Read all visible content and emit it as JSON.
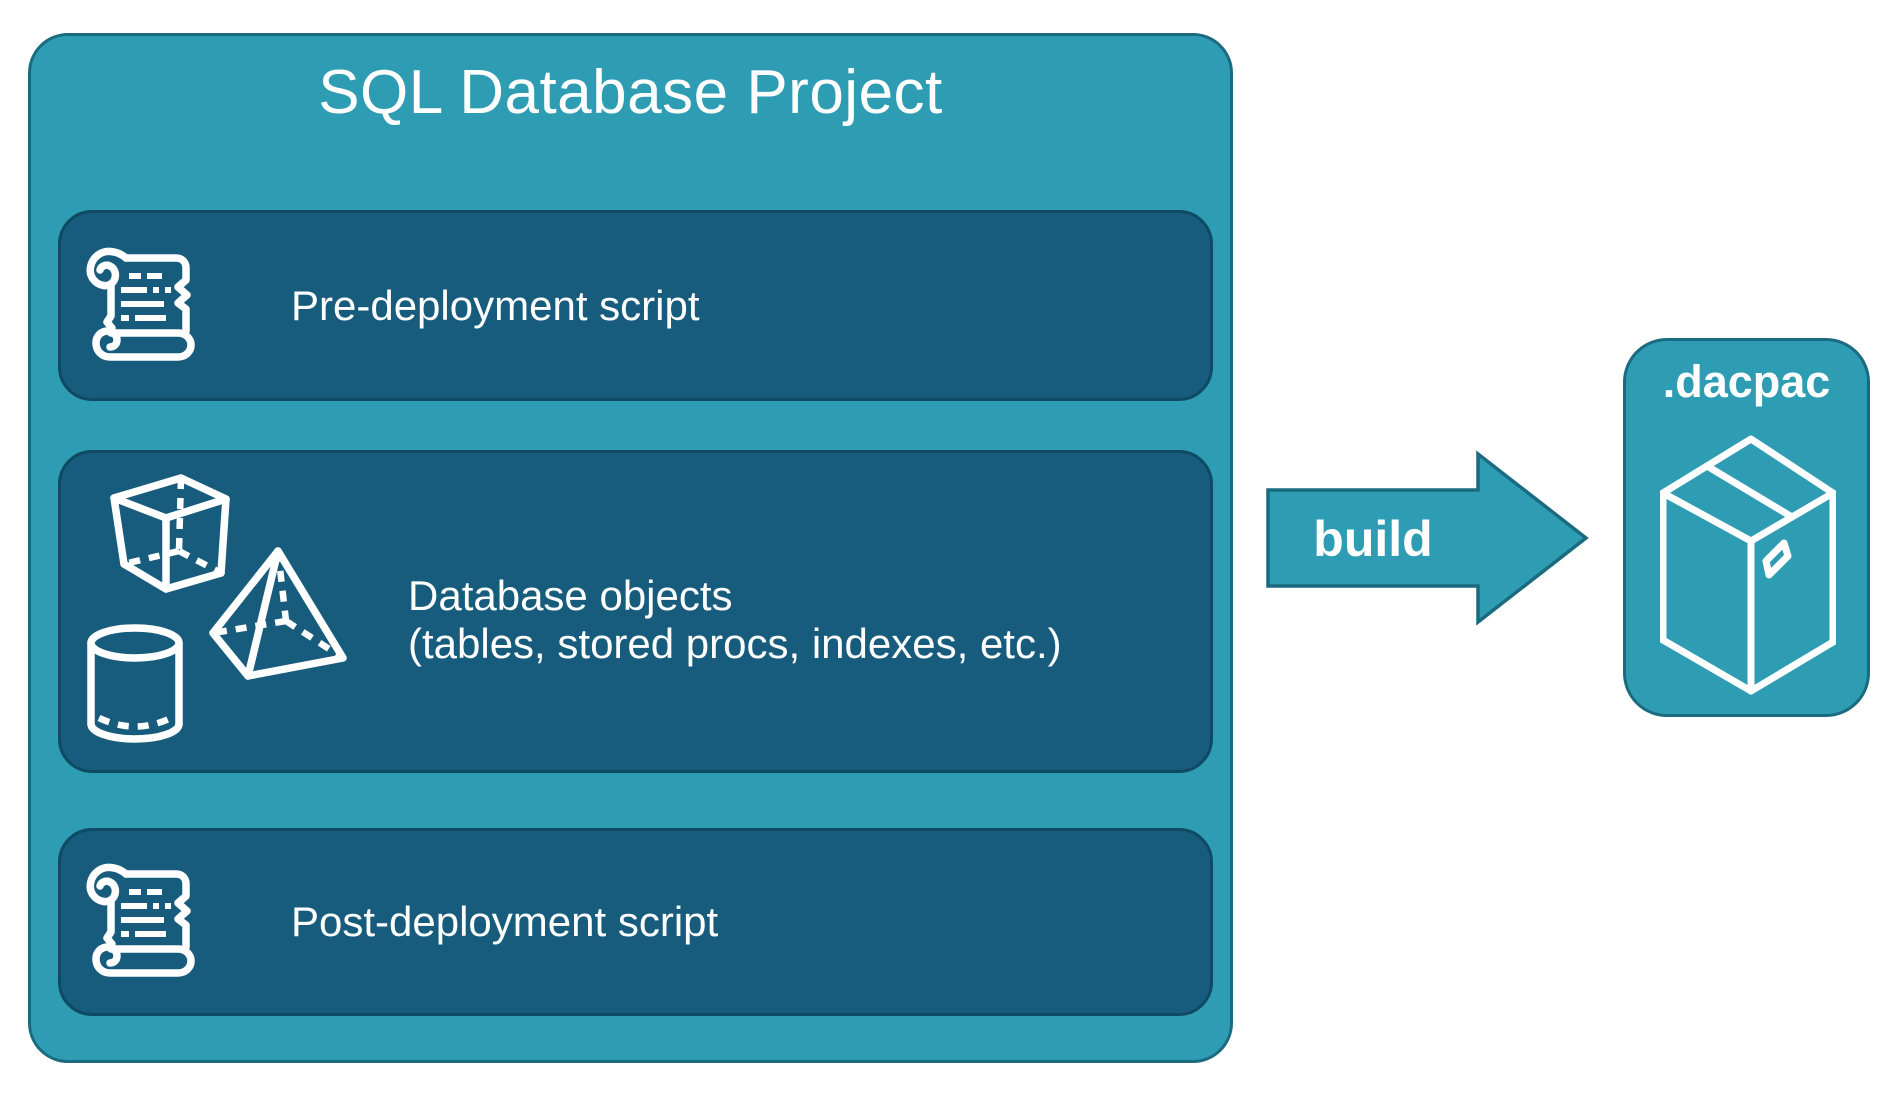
{
  "colors": {
    "teal_fill": "#2E9DB3",
    "teal_border": "#1A6B80",
    "panel_fill": "#175C7C",
    "panel_border": "#0E4A63",
    "text_white": "#FFFFFF",
    "background": "#FFFFFF"
  },
  "project_box": {
    "title": "SQL Database Project",
    "panels": [
      {
        "id": "pre-deployment",
        "icon": "scroll-icon",
        "label": "Pre-deployment script"
      },
      {
        "id": "database-objects",
        "icon": "geometric-shapes-icon",
        "label_line1": "Database objects",
        "label_line2": "(tables, stored procs, indexes, etc.)"
      },
      {
        "id": "post-deployment",
        "icon": "scroll-icon",
        "label": "Post-deployment script"
      }
    ]
  },
  "build_arrow": {
    "label": "build",
    "icon": "right-arrow-icon"
  },
  "dacpac_box": {
    "label": ".dacpac",
    "icon": "package-icon"
  }
}
